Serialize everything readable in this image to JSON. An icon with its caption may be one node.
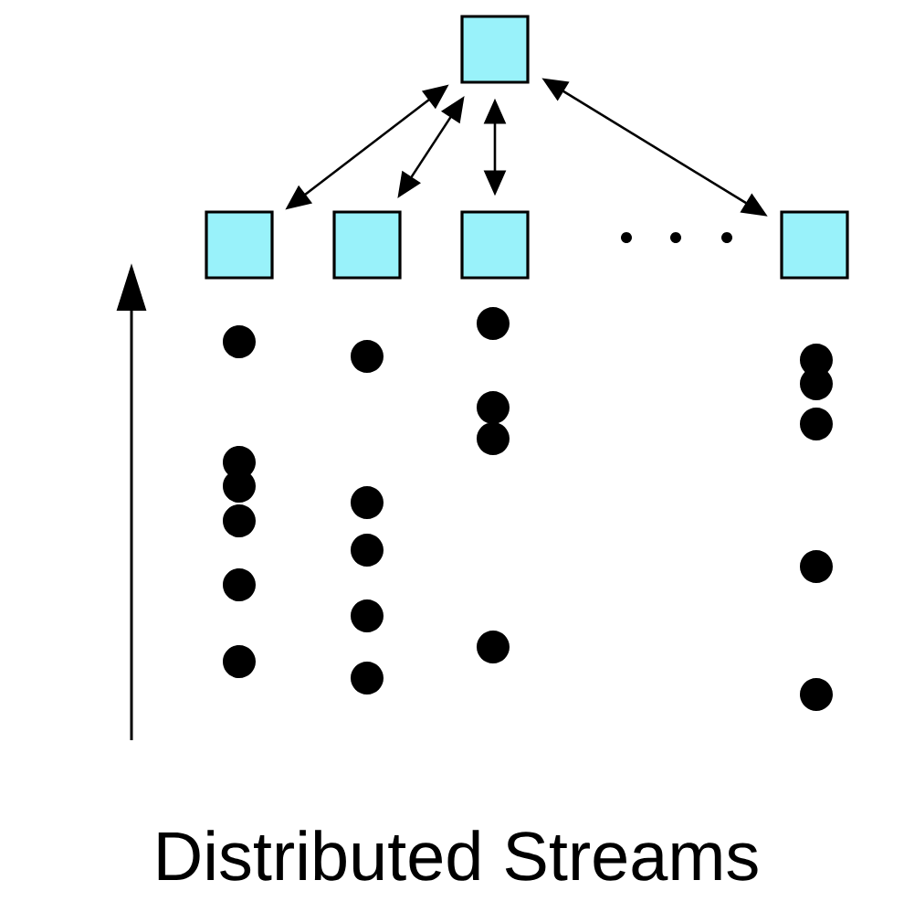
{
  "diagram": {
    "caption": "Distributed Streams",
    "nodes": [
      {
        "text": [],
        "shape": "box"
      },
      {
        "text": [],
        "shape": "box"
      },
      {
        "text": [],
        "shape": "box"
      },
      {
        "text": [],
        "shape": "box"
      },
      {
        "text": [],
        "shape": "box"
      }
    ],
    "edges": [
      {
        "from": 0,
        "to": 1,
        "arrow": "both"
      },
      {
        "from": 0,
        "to": 2,
        "arrow": "both"
      },
      {
        "from": 0,
        "to": 3,
        "arrow": "both"
      },
      {
        "from": 0,
        "to": 4,
        "arrow": "both"
      }
    ]
  }
}
